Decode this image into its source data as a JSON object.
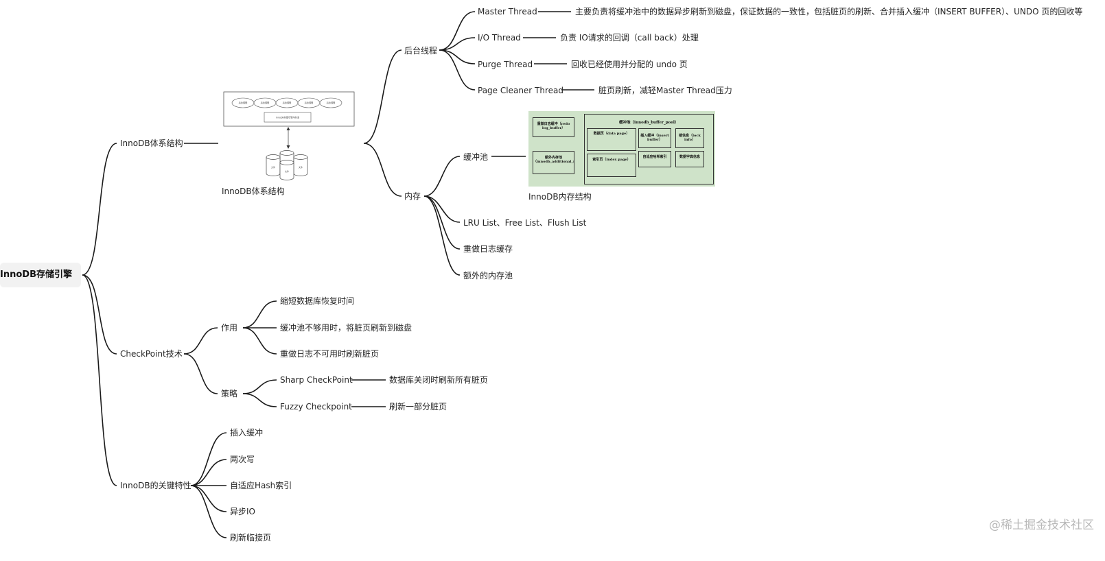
{
  "root": "InnoDB存储引擎",
  "branches": {
    "arch": {
      "label": "InnoDB体系结构",
      "image_caption": "InnoDB体系结构",
      "image_threads": [
        "后台线程",
        "后台线程",
        "后台线程",
        "后台线程",
        "后台线程"
      ],
      "image_pool": "InnoDB存储引擎内存池",
      "image_disks": [
        "文件",
        "文件",
        "文件"
      ],
      "threads": {
        "label": "后台线程",
        "items": [
          {
            "name": "Master Thread",
            "desc": "主要负责将缓冲池中的数据异步刷新到磁盘，保证数据的一致性，包括脏页的刷新、合并插入缓冲（INSERT BUFFER）、UNDO 页的回收等"
          },
          {
            "name": "I/O Thread",
            "desc": "负责 IO请求的回调（call back）处理"
          },
          {
            "name": "Purge Thread",
            "desc": "回收已经使用并分配的 undo 页"
          },
          {
            "name": "Page Cleaner Thread",
            "desc": "脏页刷新，减轻Master Thread压力"
          }
        ]
      },
      "memory": {
        "label": "内存",
        "buffer_pool": "缓冲池",
        "image_caption": "InnoDB内存结构",
        "image": {
          "redo": "重做日志缓冲（redo log_buffer）",
          "extra": "额外内存池（innodb_additional_mem_pool_size）",
          "pool_title": "缓冲池（innodb_buffer_pool）",
          "data_page": "数据页（data page）",
          "index_page": "索引页（index page）",
          "insert_buffer": "插入缓冲（insert buffer）",
          "lock_info": "锁信息（lock info）",
          "adaptive_hash": "自适应哈希索引",
          "dict": "数据字典信息"
        },
        "others": [
          "LRU List、Free List、Flush List",
          "重做日志缓存",
          "额外的内存池"
        ]
      }
    },
    "checkpoint": {
      "label": "CheckPoint技术",
      "role": {
        "label": "作用",
        "items": [
          "缩短数据库恢复时间",
          "缓冲池不够用时，将脏页刷新到磁盘",
          "重做日志不可用时刷新脏页"
        ]
      },
      "strategy": {
        "label": "策略",
        "items": [
          {
            "name": "Sharp CheckPoint",
            "desc": "数据库关闭时刷新所有脏页"
          },
          {
            "name": "Fuzzy Checkpoint",
            "desc": "刷新一部分脏页"
          }
        ]
      }
    },
    "features": {
      "label": "InnoDB的关键特性",
      "items": [
        "插入缓冲",
        "两次写",
        "自适应Hash索引",
        "异步IO",
        "刷新临接页"
      ]
    }
  },
  "watermark": "@稀土掘金技术社区"
}
